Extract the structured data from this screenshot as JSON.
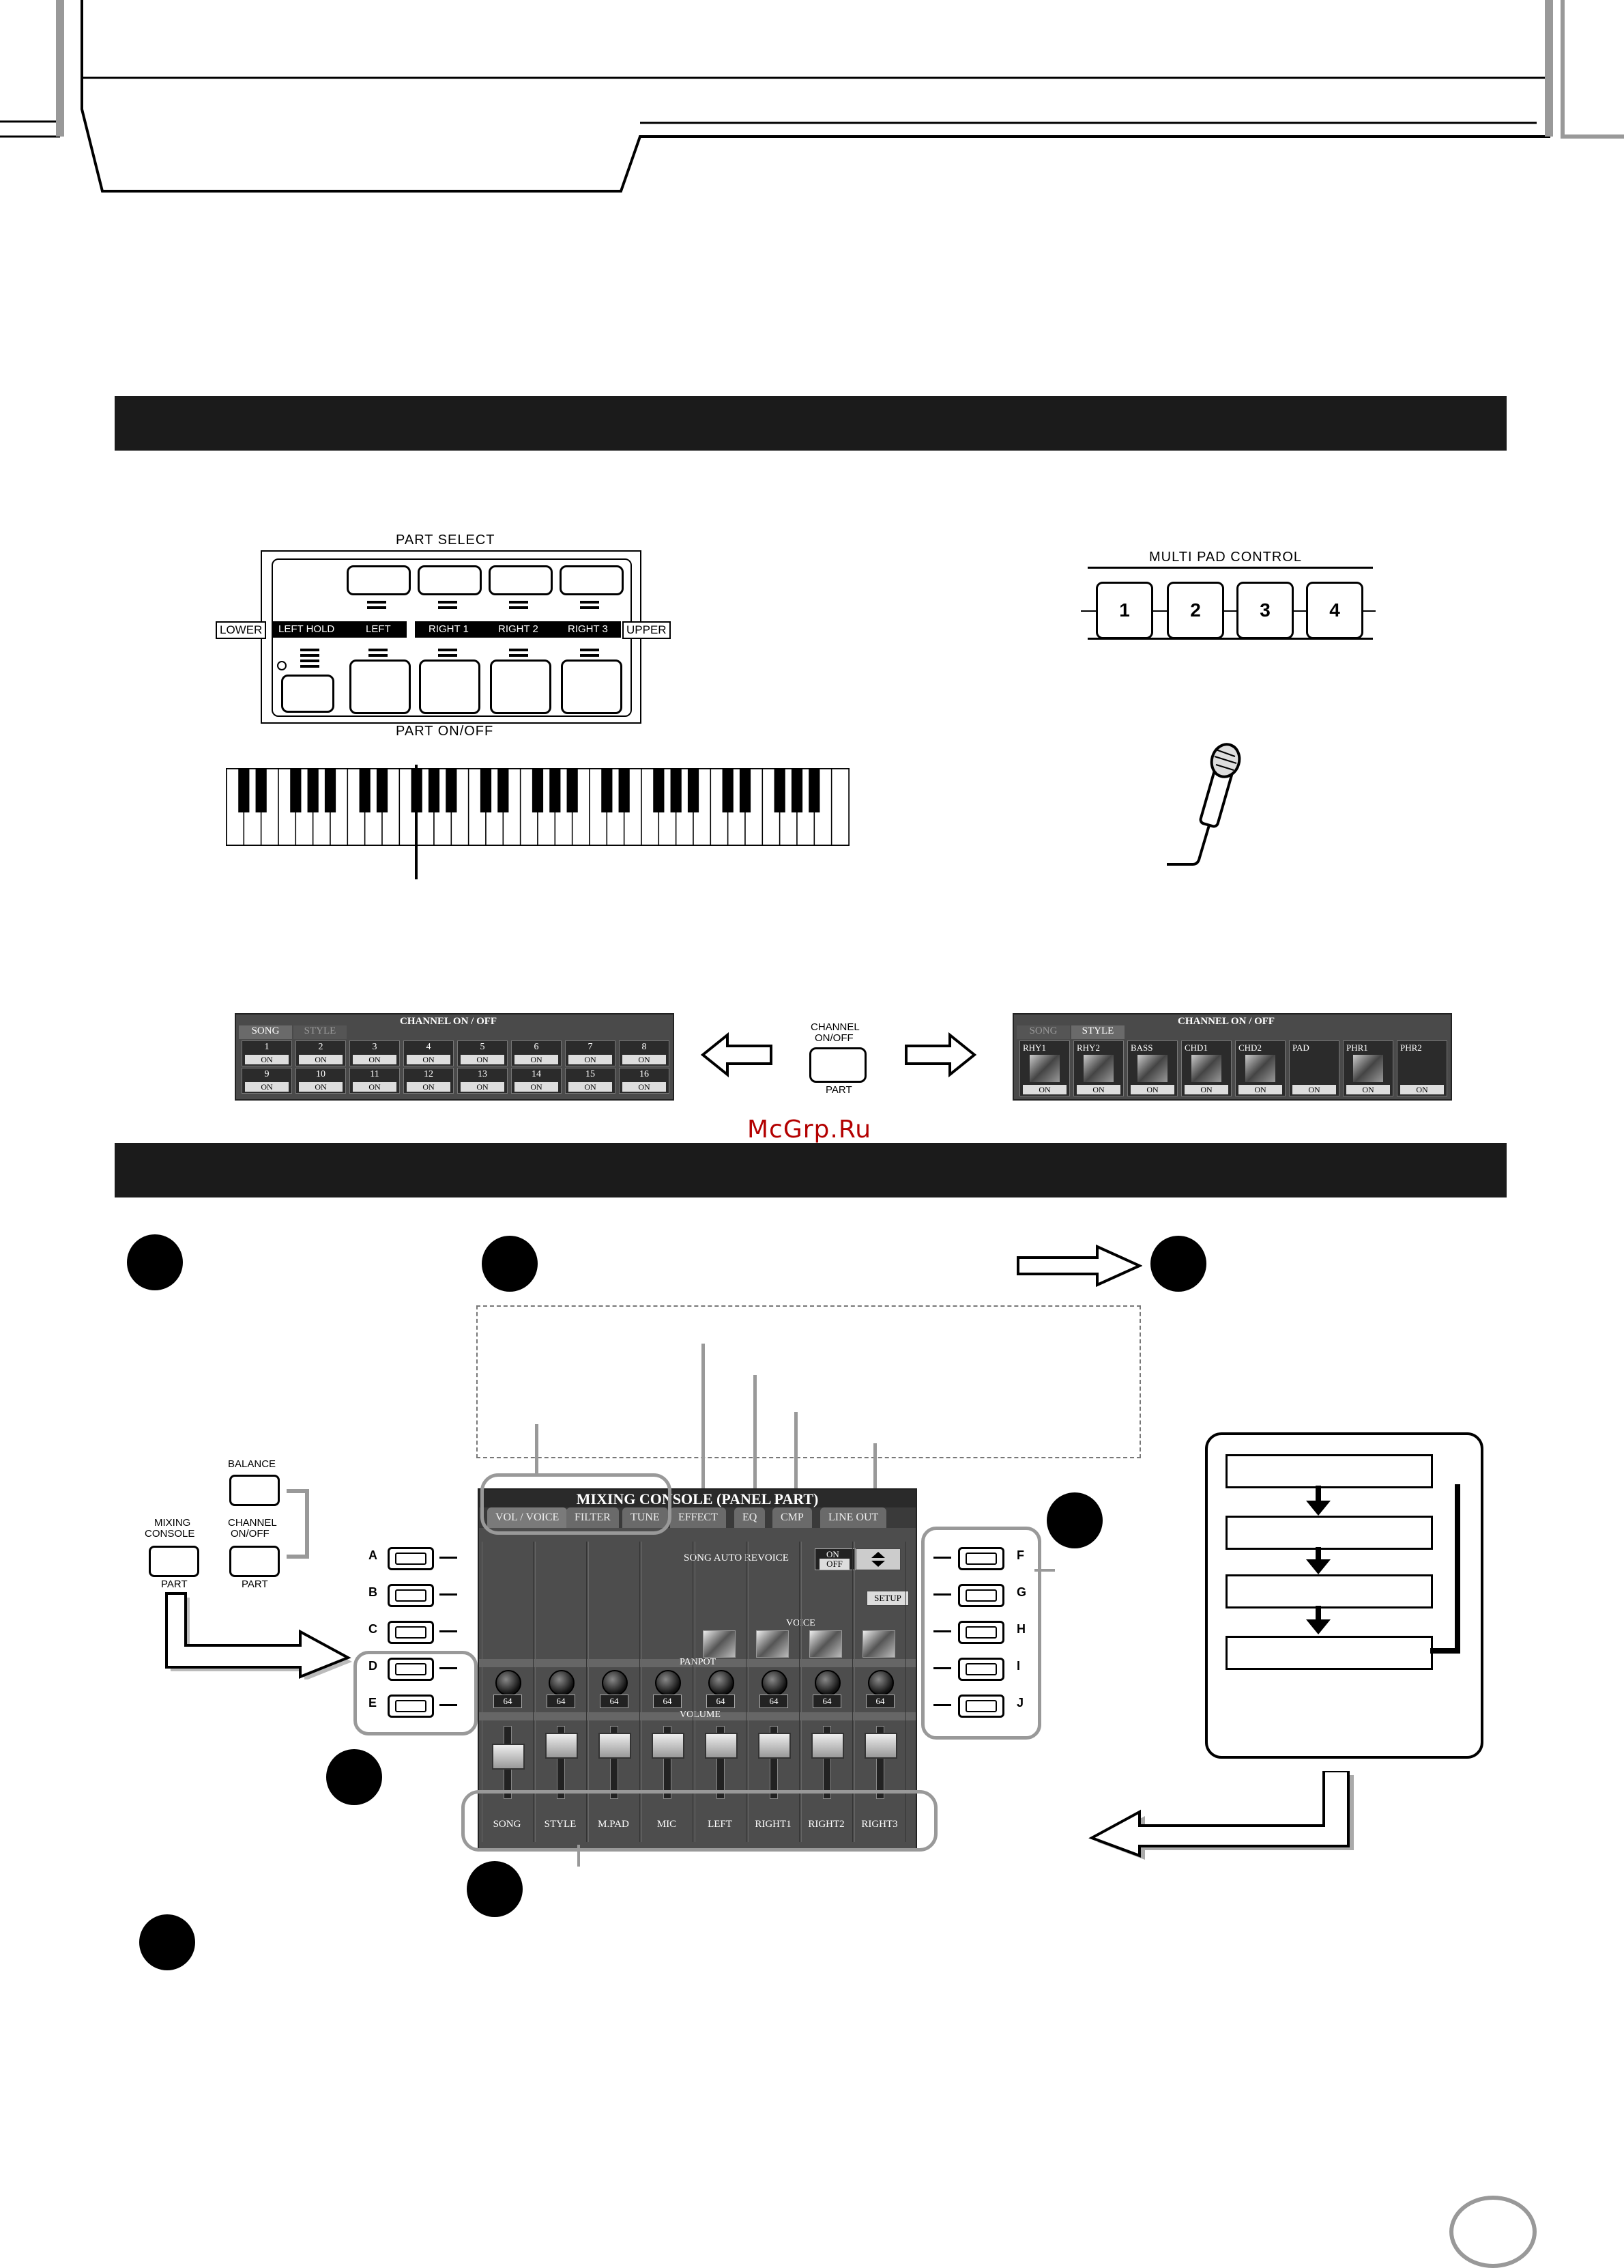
{
  "watermark": "McGrp.Ru",
  "part_select": {
    "title": "PART SELECT",
    "lower": "LOWER",
    "upper": "UPPER",
    "labels": [
      "LEFT HOLD",
      "LEFT",
      "RIGHT 1",
      "RIGHT 2",
      "RIGHT 3"
    ],
    "on_off": "PART ON/OFF"
  },
  "multi_pad": {
    "title": "MULTI PAD CONTROL",
    "pads": [
      "1",
      "2",
      "3",
      "4"
    ]
  },
  "channel_song": {
    "tabs": [
      "SONG",
      "STYLE"
    ],
    "title": "CHANNEL ON / OFF",
    "row1": [
      "1",
      "2",
      "3",
      "4",
      "5",
      "6",
      "7",
      "8"
    ],
    "row2": [
      "9",
      "10",
      "11",
      "12",
      "13",
      "14",
      "15",
      "16"
    ],
    "on": "ON"
  },
  "channel_button": {
    "label1": "CHANNEL",
    "label2": "ON/OFF",
    "part": "PART"
  },
  "channel_style": {
    "tabs": [
      "SONG",
      "STYLE"
    ],
    "title": "CHANNEL ON / OFF",
    "parts": [
      "RHY1",
      "RHY2",
      "BASS",
      "CHD1",
      "CHD2",
      "PAD",
      "PHR1",
      "PHR2"
    ],
    "on": "ON"
  },
  "panel_buttons": {
    "balance": "BALANCE",
    "mixing1": "MIXING",
    "mixing2": "CONSOLE",
    "channel1": "CHANNEL",
    "channel2": "ON/OFF",
    "part": "PART"
  },
  "mixing_console": {
    "title": "MIXING CONSOLE (PANEL PART)",
    "tabs": [
      "VOL / VOICE",
      "FILTER",
      "TUNE",
      "EFFECT",
      "EQ",
      "CMP",
      "LINE OUT"
    ],
    "song_auto_revoice": "SONG AUTO REVOICE",
    "on": "ON",
    "off": "OFF",
    "setup": "SETUP",
    "voice": "VOICE",
    "panpot": "PANPOT",
    "volume": "VOLUME",
    "pan_values": [
      "64",
      "64",
      "64",
      "64",
      "64",
      "64",
      "64",
      "64"
    ],
    "channels": [
      "SONG",
      "STYLE",
      "M.PAD",
      "MIC",
      "LEFT",
      "RIGHT1",
      "RIGHT2",
      "RIGHT3"
    ],
    "left_buttons": [
      "A",
      "B",
      "C",
      "D",
      "E"
    ],
    "right_buttons": [
      "F",
      "G",
      "H",
      "I",
      "J"
    ]
  }
}
